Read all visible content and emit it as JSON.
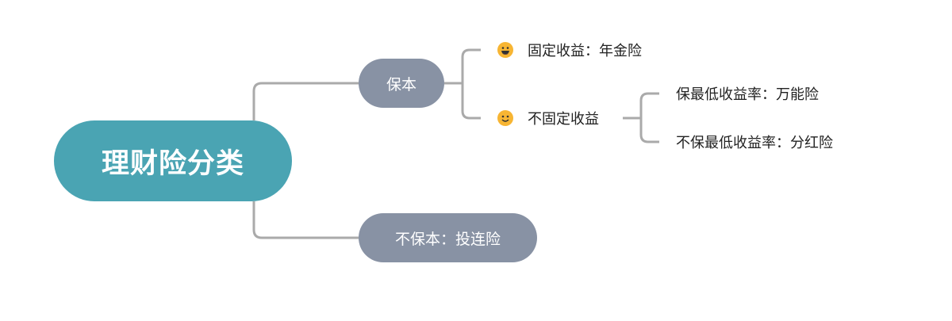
{
  "root": {
    "label": "理财险分类",
    "color": "#4aa4b3"
  },
  "branches": [
    {
      "label": "保本",
      "color": "#8892a4",
      "children": [
        {
          "label": "固定收益：年金险",
          "icon": "grinning-face-icon"
        },
        {
          "label": "不固定收益",
          "icon": "smiling-face-icon",
          "children": [
            {
              "label": "保最低收益率：万能险"
            },
            {
              "label": "不保最低收益率：分红险"
            }
          ]
        }
      ]
    },
    {
      "label": "不保本：投连险",
      "color": "#8892a4"
    }
  ],
  "connector_color": "#aaaaaa"
}
